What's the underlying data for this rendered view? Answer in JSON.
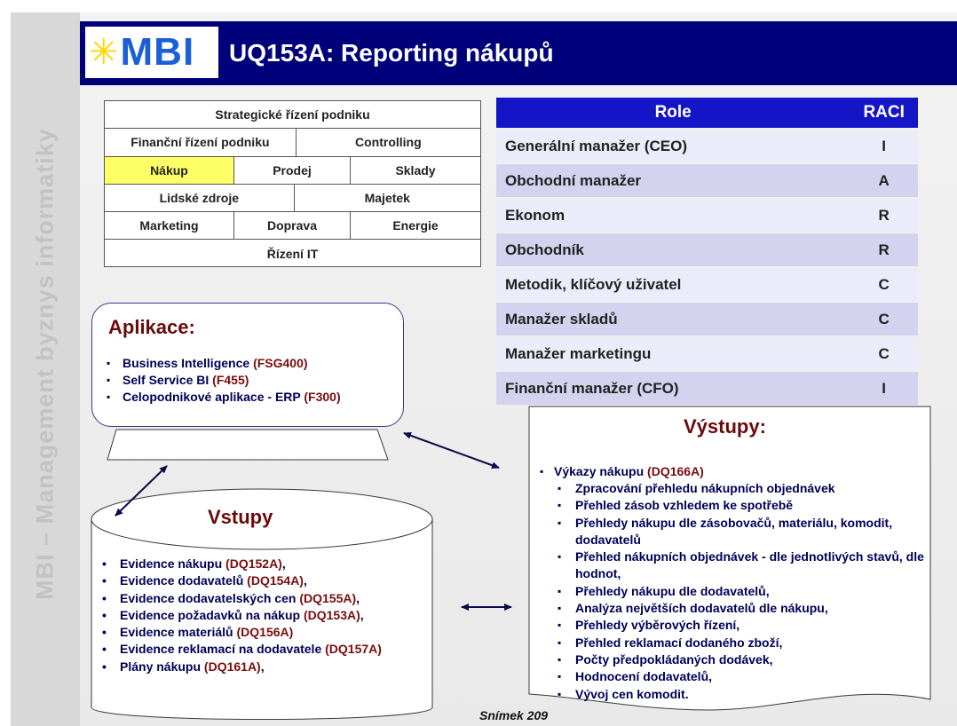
{
  "sidebar": {
    "text": "MBI – Management byznys informatiky"
  },
  "header": {
    "logo_text": "MBI",
    "title": "UQ153A: Reporting nákupů"
  },
  "business_areas": {
    "rows": [
      [
        "Strategické řízení podniku"
      ],
      [
        "Finanční řízení podniku",
        "Controlling"
      ],
      [
        "Nákup",
        "Prodej",
        "Sklady"
      ],
      [
        "Lidské zdroje",
        "Majetek"
      ],
      [
        "Marketing",
        "Doprava",
        "Energie"
      ],
      [
        "Řízení IT"
      ]
    ],
    "highlighted": "Nákup",
    "highlight_color": "#ffff66"
  },
  "raci": {
    "headers": {
      "role": "Role",
      "raci": "RACI"
    },
    "rows": [
      {
        "role": "Generální manažer (CEO)",
        "value": "I"
      },
      {
        "role": "Obchodní manažer",
        "value": "A"
      },
      {
        "role": "Ekonom",
        "value": "R"
      },
      {
        "role": "Obchodník",
        "value": "R"
      },
      {
        "role": "Metodik, klíčový uživatel",
        "value": "C"
      },
      {
        "role": "Manažer skladů",
        "value": "C"
      },
      {
        "role": "Manažer marketingu",
        "value": "C"
      },
      {
        "role": "Finanční manažer (CFO)",
        "value": "I"
      }
    ],
    "header_color": "#1515c8"
  },
  "aplikace": {
    "title": "Aplikace:",
    "items": [
      {
        "text": "Business Intelligence ",
        "code": "(FSG400)"
      },
      {
        "text": "Self Service BI ",
        "code": "(F455)"
      },
      {
        "text": "Celopodnikové aplikace - ERP ",
        "code": "(F300)"
      }
    ]
  },
  "vystupy": {
    "title": "Výstupy:",
    "main": {
      "text": "Výkazy  nákupu ",
      "code": "(DQ166A)"
    },
    "items": [
      "Zpracování přehledu nákupních objednávek",
      "Přehled zásob vzhledem ke spotřebě",
      "Přehledy nákupu dle zásobovačů, materiálu, komodit, dodavatelů",
      "Přehled nákupních objednávek - dle jednotlivých stavů, dle hodnot,",
      "Přehledy nákupu dle dodavatelů,",
      "Analýza  největších dodavatelů dle nákupu,",
      "Přehledy výběrových řízení,",
      "Přehled reklamací dodaného zboží,",
      "Počty předpokládaných dodávek,",
      "Hodnocení dodavatelů,",
      "Vývoj cen komodit."
    ]
  },
  "vstupy": {
    "title": "Vstupy",
    "items": [
      {
        "text": "Evidence nákupu ",
        "code": "(DQ152A)",
        "suffix": ","
      },
      {
        "text": "Evidence dodavatelů ",
        "code": "(DQ154A)",
        "suffix": ","
      },
      {
        "text": "Evidence dodavatelských cen ",
        "code": "(DQ155A)",
        "suffix": ","
      },
      {
        "text": "Evidence požadavků na nákup ",
        "code": "(DQ153A)",
        "suffix": ","
      },
      {
        "text": "Evidence materiálů ",
        "code": "(DQ156A)",
        "suffix": ""
      },
      {
        "text": "Evidence reklamací na dodavatele ",
        "code": "(DQ157A)",
        "suffix": ""
      },
      {
        "text": "Plány nákupu ",
        "code": "(DQ161A)",
        "suffix": ","
      }
    ]
  },
  "footer": {
    "slide_label": "Snímek  209"
  },
  "colors": {
    "header_bg": "#00007a",
    "code_text": "#7a0c0c",
    "body_text": "#000058",
    "box_border": "#3a3a8a"
  }
}
